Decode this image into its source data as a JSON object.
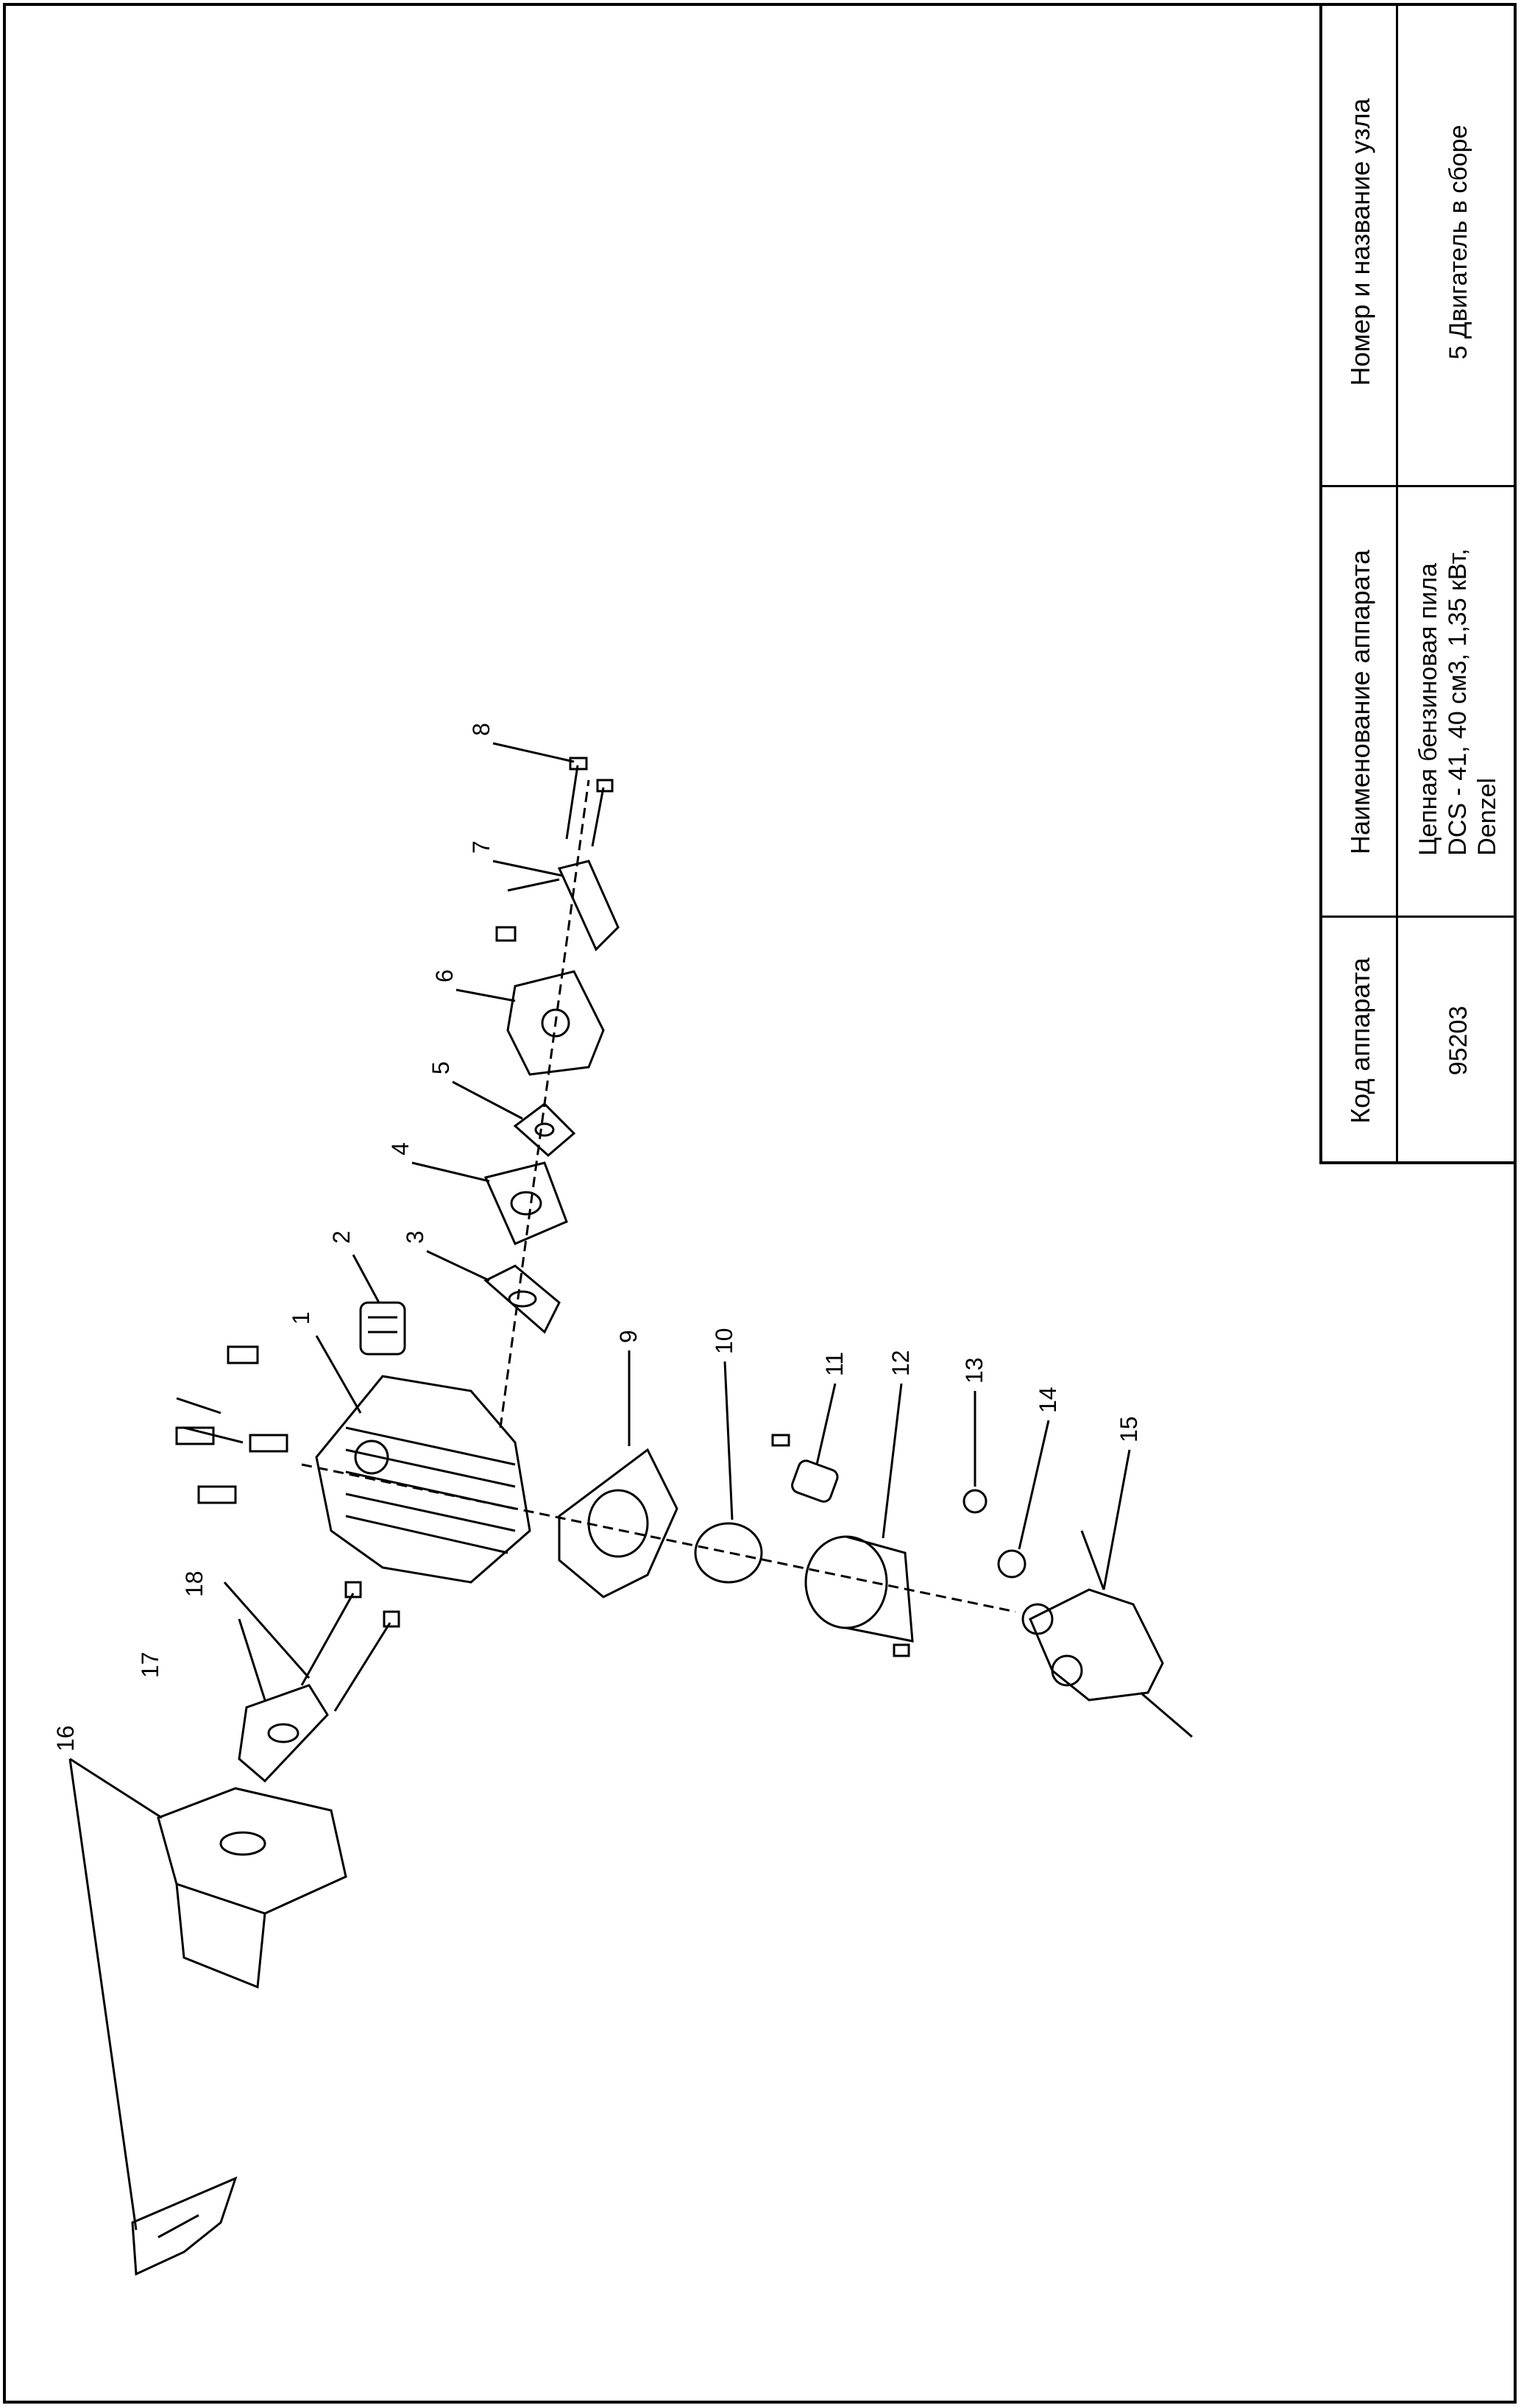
{
  "table": {
    "headers": {
      "code": "Код аппарата",
      "name": "Наименование аппарата",
      "unit": "Номер и название узла"
    },
    "values": {
      "code": "95203",
      "name_line1": "Цепная бензиновая пила",
      "name_line2": "DCS - 41, 40 см3, 1,35 кВт,",
      "name_line3": "Denzel",
      "unit": "5 Двигатель в сборе"
    }
  },
  "callouts": [
    "1",
    "2",
    "3",
    "4",
    "5",
    "6",
    "7",
    "8",
    "9",
    "10",
    "11",
    "12",
    "13",
    "14",
    "15",
    "16",
    "17",
    "18"
  ]
}
